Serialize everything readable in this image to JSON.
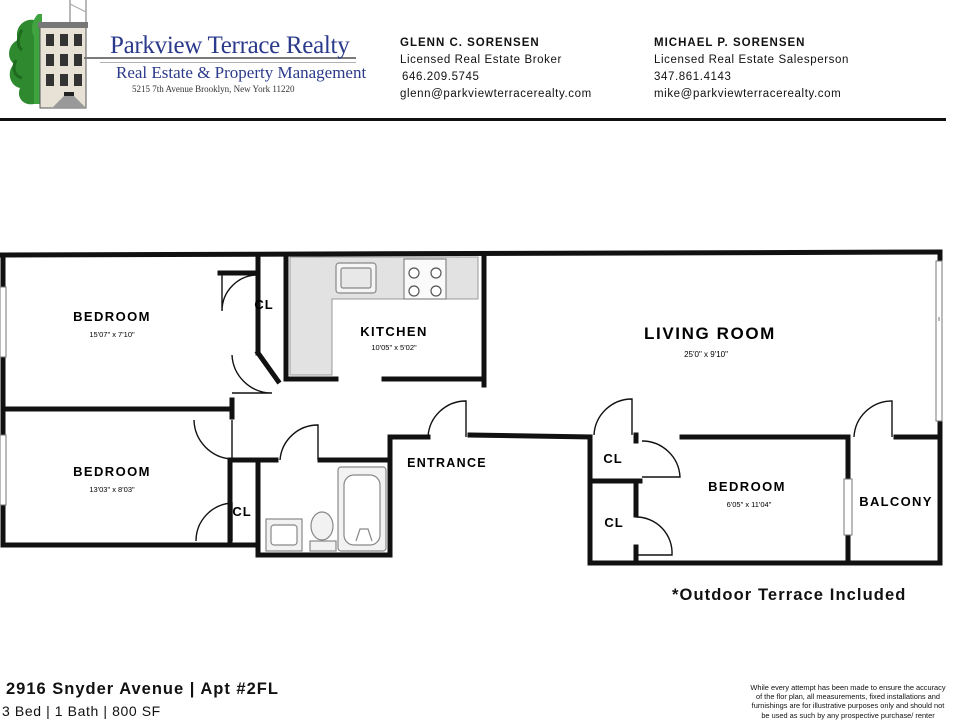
{
  "brand": {
    "name": "Parkview Terrace Realty",
    "tagline": "Real Estate & Property Management",
    "address": "5215 7th Avenue Brooklyn, New York 11220",
    "colors": {
      "brand": "#2b3a8a",
      "foliage": "#2f8a2f"
    },
    "logo_icon": "brownstone-house-logo"
  },
  "agents": [
    {
      "name": "GLENN C. SORENSEN",
      "title": "Licensed Real Estate Broker",
      "phone": "646.209.5745",
      "email": "glenn@parkviewterracerealty.com"
    },
    {
      "name": "MICHAEL P. SORENSEN",
      "title": "Licensed Real Estate Salesperson",
      "phone": "347.861.4143",
      "email": "mike@parkviewterracerealty.com"
    }
  ],
  "rooms": {
    "bedroom_1": {
      "label": "BEDROOM",
      "dim": "15'07\" x 7'10\""
    },
    "bedroom_2": {
      "label": "BEDROOM",
      "dim": "13'03\" x 8'03\""
    },
    "bedroom_3": {
      "label": "BEDROOM",
      "dim": "6'05\" x 11'04\""
    },
    "kitchen": {
      "label": "KITCHEN",
      "dim": "10'05\" x 5'02\""
    },
    "living": {
      "label": "LIVING ROOM",
      "dim": "25'0\" x 9'10\""
    },
    "entrance": {
      "label": "ENTRANCE"
    },
    "balcony": {
      "label": "BALCONY"
    },
    "closet": {
      "label": "CL"
    }
  },
  "terrace_note": "*Outdoor Terrace Included",
  "listing": {
    "address": "2916 Snyder Avenue | Apt #2FL",
    "specs": "3 Bed | 1 Bath | 800 SF"
  },
  "disclaimer": [
    "While every attempt has been made to ensure the accuracy",
    "of the flor plan, all measurements, fixed installations and",
    "furnishings are for illustrative purposes only and should not",
    "be used as such by any prospective purchase/ renter"
  ]
}
